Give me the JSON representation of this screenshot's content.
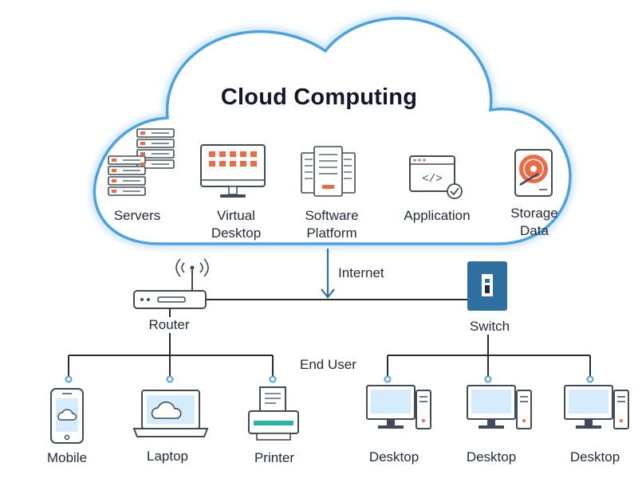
{
  "title": "Cloud Computing",
  "cloud_services": {
    "servers": "Servers",
    "virtual_desktop_line1": "Virtual",
    "virtual_desktop_line2": "Desktop",
    "software_platform_line1": "Software",
    "software_platform_line2": "Platform",
    "application": "Application",
    "storage_data_line1": "Storage",
    "storage_data_line2": "Data"
  },
  "network": {
    "internet": "Internet",
    "router": "Router",
    "switch": "Switch",
    "end_user": "End User"
  },
  "devices": {
    "mobile": "Mobile",
    "laptop": "Laptop",
    "printer": "Printer",
    "desktop_1": "Desktop",
    "desktop_2": "Desktop",
    "desktop_3": "Desktop"
  },
  "colors": {
    "cloud_outline": "#4aa3e0",
    "cloud_glow": "#cfe6f7",
    "accent_blue": "#2f6f9f",
    "accent_orange": "#ec6b45",
    "screen_blue": "#d4ecfb",
    "line": "#2b2b2b",
    "teal": "#2bb3a5"
  }
}
